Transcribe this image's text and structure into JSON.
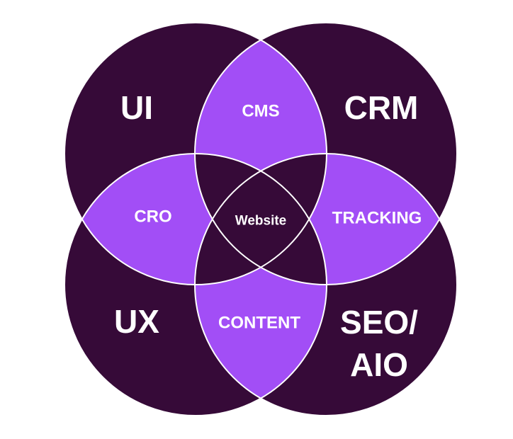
{
  "diagram": {
    "colors": {
      "circle": "#360a38",
      "overlap": "#a24ef6",
      "center": "#360a38",
      "stroke": "#ffffff",
      "background": "#ffffff"
    },
    "circles": {
      "top_left": "UI",
      "top_right": "CRM",
      "bottom_left": "UX",
      "bottom_right_line1": "SEO/",
      "bottom_right_line2": "AIO"
    },
    "overlaps": {
      "top": "CMS",
      "left": "CRO",
      "right": "TRACKING",
      "bottom": "CONTENT"
    },
    "center": "Website"
  }
}
